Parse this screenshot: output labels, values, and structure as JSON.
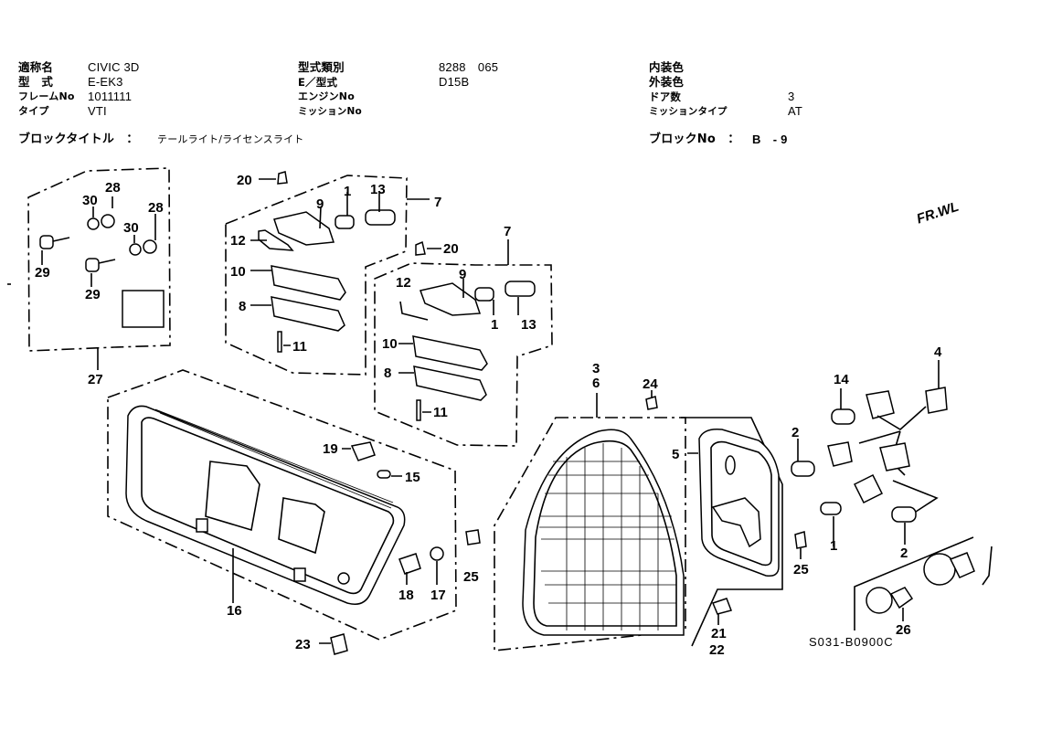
{
  "header": {
    "rows": [
      {
        "label": "適称名",
        "value": "CIVIC 3D"
      },
      {
        "label": "型　式",
        "value": "E-EK3"
      },
      {
        "label": "フレームNo",
        "value": "1011111"
      },
      {
        "label": "タイプ",
        "value": "VTI"
      }
    ],
    "middle_rows": [
      {
        "label": "型式類別",
        "value": "8288　065"
      },
      {
        "label": "E／型式",
        "value": "D15B"
      },
      {
        "label": "エンジンNo",
        "value": ""
      },
      {
        "label": "ミッションNo",
        "value": ""
      }
    ],
    "right_rows": [
      {
        "label": "内装色",
        "value": ""
      },
      {
        "label": "外装色",
        "value": ""
      },
      {
        "label": "ドア数",
        "value": "3"
      },
      {
        "label": "ミッションタイプ",
        "value": "AT"
      }
    ],
    "block_title_label": "ブロックタイトル　：",
    "block_title_value": "テールライト/ライセンスライト",
    "block_no_label": "ブロックNo　：",
    "block_no_value": "B　- 9"
  },
  "diagram": {
    "direction_marker": "FR.WL",
    "catalog_code": "S031-B0900C",
    "callouts": {
      "c27_30a": "30",
      "c27_28a": "28",
      "c27_28b": "28",
      "c27_30b": "30",
      "c27_29a": "29",
      "c27_29b": "29",
      "c27": "27",
      "g1_20": "20",
      "g1_9": "9",
      "g1_1": "1",
      "g1_13": "13",
      "g1_7": "7",
      "g1_12": "12",
      "g1_10": "10",
      "g1_8": "8",
      "g1_11": "11",
      "g2_20": "20",
      "g2_7": "7",
      "g2_12": "12",
      "g2_9": "9",
      "g2_1": "1",
      "g2_13": "13",
      "g2_10": "10",
      "g2_8": "8",
      "g2_11": "11",
      "g3_19": "19",
      "g3_15": "15",
      "g3_16": "16",
      "g3_18": "18",
      "g3_17": "17",
      "g3_23": "23",
      "g3_25": "25",
      "g4_3": "3",
      "g4_6": "6",
      "g4_24": "24",
      "g5_5": "5",
      "g5_25": "25",
      "g5_21": "21",
      "g5_22": "22",
      "g6_14": "14",
      "g6_4": "4",
      "g6_2a": "2",
      "g6_1": "1",
      "g6_2b": "2",
      "g6_26": "26"
    }
  }
}
